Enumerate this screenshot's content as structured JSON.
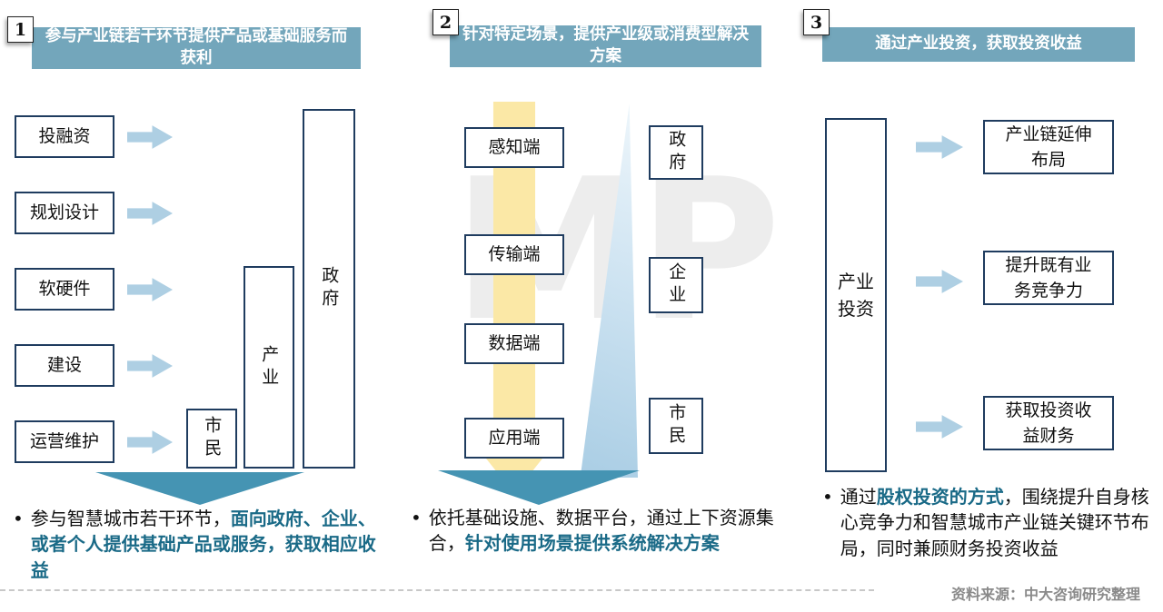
{
  "meta": {
    "bullet_char": "•",
    "source_note": "资料来源：中大咨询研究整理",
    "watermark": "MP"
  },
  "colors": {
    "header_bg": "#73A6BB",
    "box_border": "#1F3C5F",
    "arrow_light_blue": "#AECFE3",
    "arrow_teal": "#4594B3",
    "arrow_yellow": "#FBE8A6",
    "highlight_text": "#1A6A87"
  },
  "sections": [
    {
      "badge": "1",
      "header": "参与产业链若干环节提供产品或基础服务而获利",
      "chain_items": [
        "投融资",
        "规划设计",
        "软硬件",
        "建设",
        "运营维护"
      ],
      "targets": [
        "市民",
        "产业",
        "政府"
      ],
      "note_pre": "参与智慧城市若干环节，",
      "note_highlight": "面向政府、企业、或者个人提供基础产品或服务，获取相应收益",
      "note_post": ""
    },
    {
      "badge": "2",
      "header": "针对特定场景，提供产业级或消费型解决方案",
      "layers": [
        "感知端",
        "传输端",
        "数据端",
        "应用端"
      ],
      "targets": [
        "政府",
        "企业",
        "市民"
      ],
      "note_pre": "依托基础设施、数据平台，通过上下资源集合，",
      "note_highlight": "针对使用场景提供系统解决方案",
      "note_post": ""
    },
    {
      "badge": "3",
      "header": "通过产业投资，获取投资收益",
      "source_box": "产业投资",
      "outcomes": [
        "产业链延伸布局",
        "提升既有业务竞争力",
        "获取投资收益财务"
      ],
      "note_pre": "通过",
      "note_highlight": "股权投资的方式",
      "note_post": "，围绕提升自身核心竞争力和智慧城市产业链关键环节布局，同时兼顾财务投资收益"
    }
  ]
}
